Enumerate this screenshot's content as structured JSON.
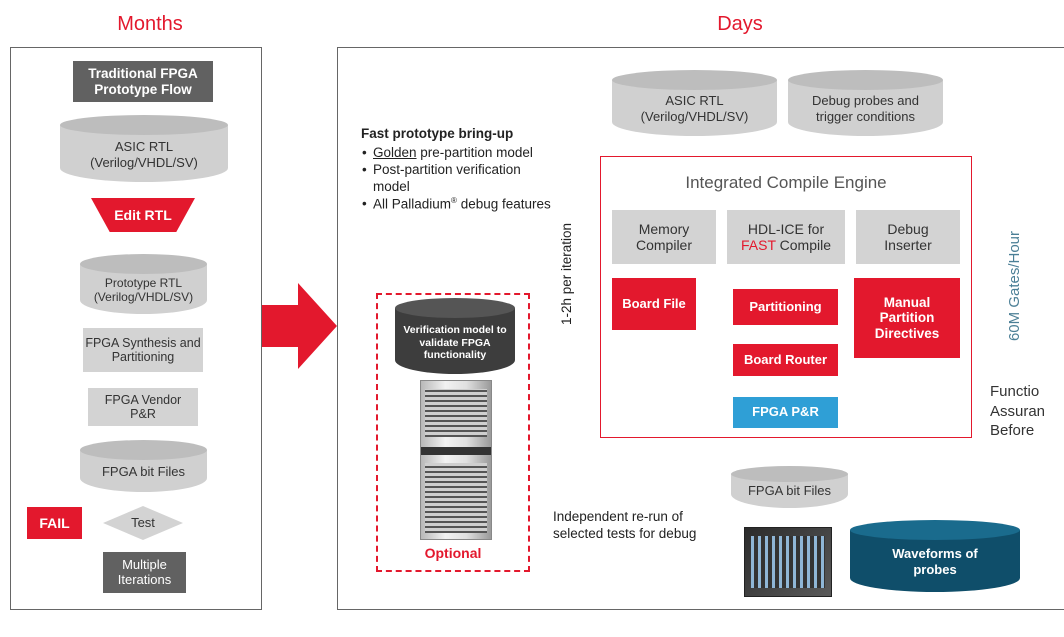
{
  "titles": {
    "left": "Months",
    "right": "Days"
  },
  "left_flow": {
    "traditional": "Traditional FPGA Prototype Flow",
    "asic_rtl": {
      "line1": "ASIC RTL",
      "line2": "(Verilog/VHDL/SV)"
    },
    "edit_rtl": "Edit RTL",
    "prototype_rtl": {
      "line1": "Prototype RTL",
      "line2": "(Verilog/VHDL/SV)"
    },
    "synthesis": "FPGA Synthesis and Partitioning",
    "vendor_pr": "FPGA Vendor P&R",
    "bit_files": "FPGA bit Files",
    "test": "Test",
    "fail": "FAIL",
    "iterations": "Multiple Iterations"
  },
  "right_flow": {
    "asic_rtl": {
      "line1": "ASIC RTL",
      "line2": "(Verilog/VHDL/SV)"
    },
    "debug_probes": {
      "line1": "Debug probes and",
      "line2": "trigger conditions"
    },
    "fast_prototype": {
      "heading": "Fast prototype bring-up",
      "item1_underlined": "Golden",
      "item1_rest": " pre-partition model",
      "item2": "Post-partition verification model",
      "item3_prefix": "All Palladium",
      "item3_sup": "®",
      "item3_suffix": " debug features"
    },
    "engine_title": "Integrated Compile Engine",
    "memory_compiler": "Memory Compiler",
    "hdl_ice": {
      "prefix": "HDL-ICE for",
      "highlight": "FAST",
      "suffix": " Compile"
    },
    "debug_inserter": "Debug Inserter",
    "board_file": "Board File",
    "partitioning": "Partitioning",
    "manual_partition": "Manual Partition Directives",
    "board_router": "Board Router",
    "fpga_pr": "FPGA P&R",
    "iteration_time": "1-2h per iteration",
    "gates_per_hour": "60M Gates/Hour",
    "verification_model": "Verification model to validate FPGA functionality",
    "optional": "Optional",
    "bit_files": "FPGA bit Files",
    "rerun": "Independent re-run of selected tests for debug",
    "waveforms": "Waveforms of probes",
    "side_text": {
      "line1": "Functio",
      "line2": "Assuran",
      "line3": "Before"
    }
  },
  "colors": {
    "accent_red": "#e3182d",
    "blue": "#2f9fd6",
    "teal": "#0f4e6a",
    "dark_gray": "#616161",
    "light_gray": "#d3d3d3"
  }
}
